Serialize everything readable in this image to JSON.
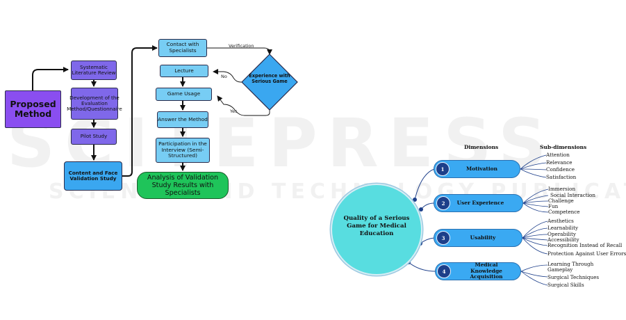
{
  "watermark": {
    "line1": "SCITEPRESS",
    "line2": "SCIENCE AND TECHNOLOGY PUBLICATIONS"
  },
  "flowchart": {
    "proposed_method": "Proposed Method",
    "systematic_review": "Systematic Literature Review",
    "development": "Development of the Evaluation Method/Questionnaire",
    "pilot_study": "Pilot Study",
    "content_face": "Content and Face Validation Study",
    "contact": "Contact with Specialists",
    "lecture": "Lecture",
    "game_usage": "Game Usage",
    "answer_method": "Answer the Method",
    "interview": "Participation in the Interview (Semi-Structured)",
    "analysis": "Analysis of Validation Study Results with Specialists",
    "decision": "Experience with Serious Game",
    "verification_label": "Verification",
    "no_label": "No",
    "yes_label": "Yes"
  },
  "quality_model": {
    "center": "Quality of a Serious Game for Medical Education",
    "dimensions_header": "Dimensions",
    "subdimensions_header": "Sub-dimensions",
    "dimensions": [
      {
        "number": "1",
        "name": "Motivation",
        "subdimensions": [
          "Attention",
          "Relevance",
          "Confidence",
          "Satisfaction"
        ]
      },
      {
        "number": "2",
        "name": "User Experience",
        "subdimensions": [
          "Immersion",
          "Social Interaction",
          "Challenge",
          "Fun",
          "Competence"
        ]
      },
      {
        "number": "3",
        "name": "Usability",
        "subdimensions": [
          "Aesthetics",
          "Learnability",
          "Operability",
          "Accessibility",
          "Recognition Instead of Recall",
          "Protection Against User Errors"
        ]
      },
      {
        "number": "4",
        "name": "Medical Knowledge Acquisition",
        "subdimensions": [
          "Learning Through Gameplay",
          "Surgical Techniques",
          "Surgical Skills"
        ]
      }
    ]
  },
  "colors": {
    "purple": "#7f68ea",
    "blue": "#3aa7f0",
    "light_blue": "#77cdf4",
    "green": "#1fc45a",
    "dimension_pill": "#3aa9f2",
    "number_circle": "#1d3f8a",
    "center_circle": "#58dde0"
  }
}
